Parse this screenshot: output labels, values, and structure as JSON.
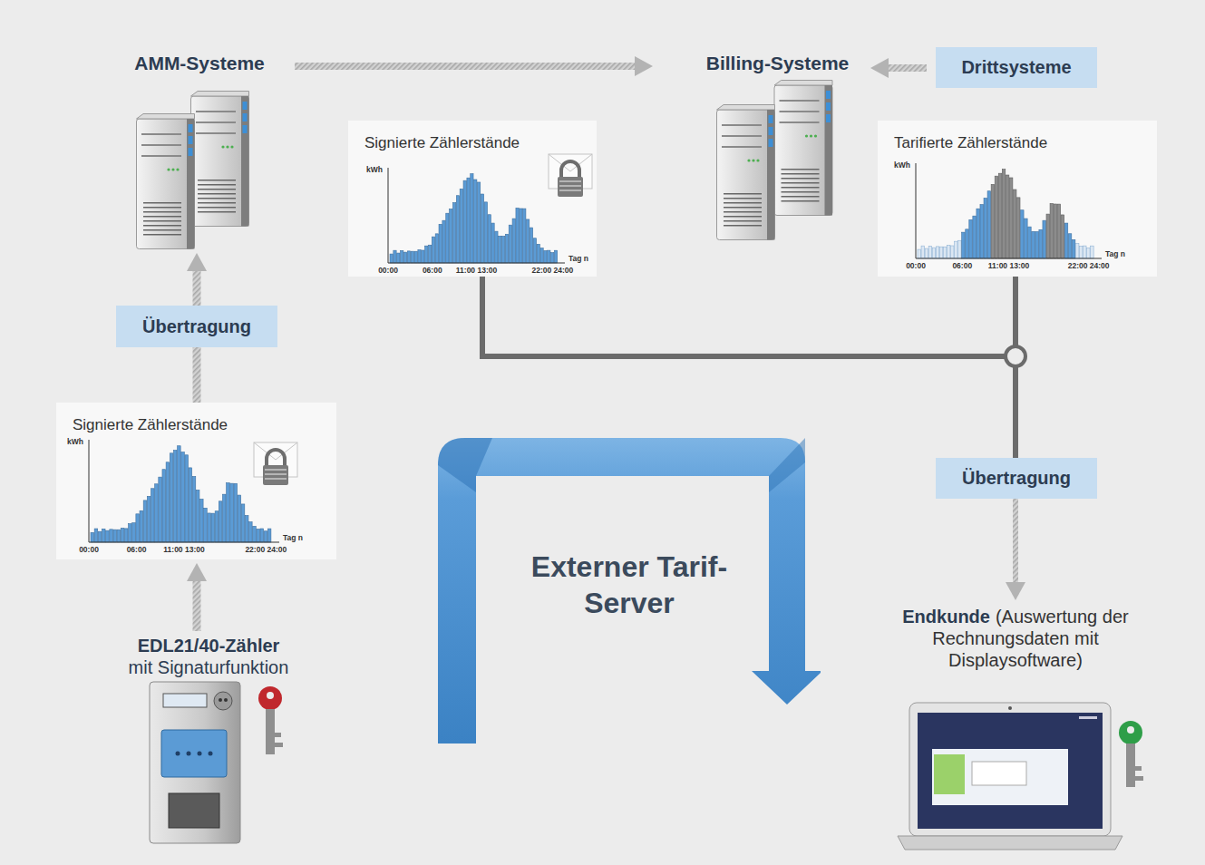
{
  "diagram": {
    "nodes": [
      {
        "text": [
          "AMM-Systeme"
        ]
      },
      {
        "text": [
          "Billing-Systeme"
        ]
      },
      {
        "text": [
          "Drittsysteme"
        ]
      },
      {
        "text": [
          "Signierte Zählerstände"
        ]
      },
      {
        "text": [
          "Tarifierte Zählerstände"
        ]
      },
      {
        "text": [
          "Übertragung"
        ]
      },
      {
        "text": [
          "Übertragung"
        ]
      },
      {
        "text": [
          "Signierte Zählerstände"
        ]
      },
      {
        "text": [
          "Externer Tarif-Server"
        ]
      },
      {
        "text": [
          "EDL21/40-Zähler",
          "mit Signaturfunktion"
        ]
      },
      {
        "text": [
          "Endkunde",
          "(Auswertung der Rechnungsdaten mit Displaysoftware)"
        ]
      }
    ],
    "edges": [
      {
        "from": 9,
        "to": 7,
        "arrow": "to"
      },
      {
        "from": 7,
        "to": 5,
        "arrow": "none"
      },
      {
        "from": 5,
        "to": 0,
        "arrow": "to"
      },
      {
        "from": 0,
        "to": 1,
        "arrow": "to"
      },
      {
        "from": 2,
        "to": 1,
        "arrow": "to"
      },
      {
        "from": 3,
        "to": 6,
        "arrow": "none"
      },
      {
        "from": 4,
        "to": 6,
        "arrow": "none"
      },
      {
        "from": 6,
        "to": 10,
        "arrow": "to"
      }
    ],
    "labels": [
      "kWh",
      "Tag n",
      "00:00",
      "06:00",
      "11:00 13:00",
      "22:00 24:00",
      "kWh",
      "Tag n",
      "00:00",
      "06:00",
      "11:00 13:00",
      "22:00 24:00",
      "kWh",
      "Tag n",
      "00:00",
      "06:00",
      "11:00 13:00",
      "22:00 24:00"
    ]
  }
}
